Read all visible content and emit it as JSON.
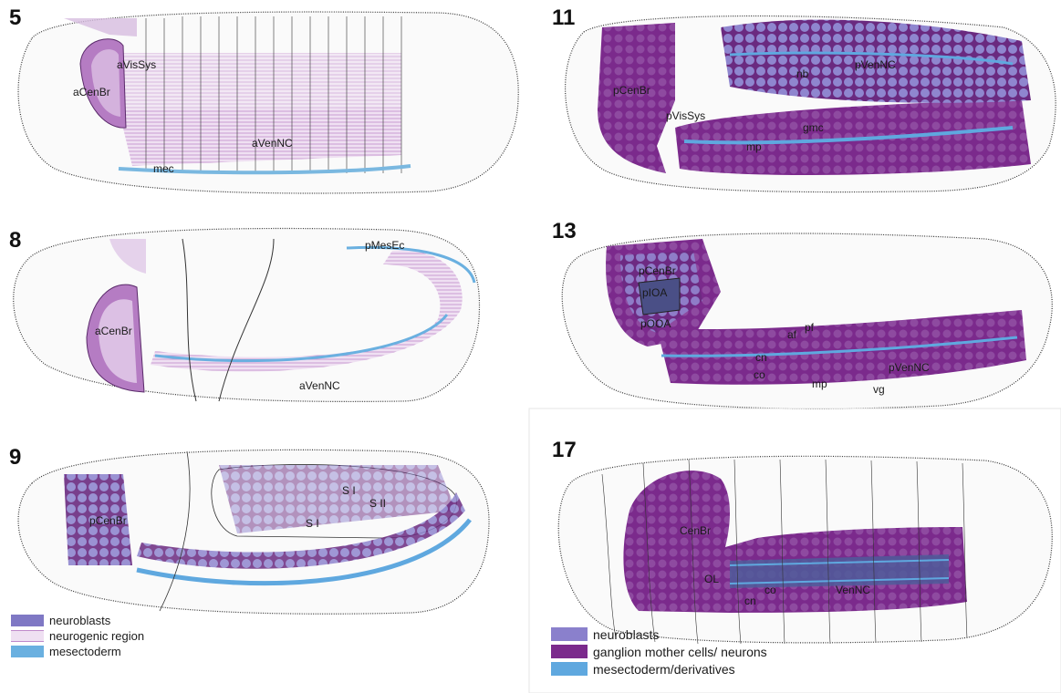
{
  "panels": [
    {
      "stage": "5",
      "labels": [
        "aVisSys",
        "aCenBr",
        "aVenNC",
        "mec"
      ]
    },
    {
      "stage": "8",
      "labels": [
        "pMesEc",
        "aCenBr",
        "aVenNC"
      ]
    },
    {
      "stage": "9",
      "labels": [
        "pCenBr",
        "S I",
        "S II",
        "S I"
      ]
    },
    {
      "stage": "11",
      "labels": [
        "pVenNC",
        "nb",
        "pCenBr",
        "pVisSys",
        "gmc",
        "mp"
      ]
    },
    {
      "stage": "13",
      "labels": [
        "pCenBr",
        "pIOA",
        "pOOA",
        "af",
        "pf",
        "cn",
        "co",
        "mp",
        "pVenNC",
        "vg"
      ]
    },
    {
      "stage": "17",
      "labels": [
        "CenBr",
        "OL",
        "co",
        "cn",
        "VenNC"
      ]
    }
  ],
  "legend_left": [
    {
      "label": "neuroblasts",
      "color": "#7f78c4"
    },
    {
      "label": "neurogenic region",
      "color": "#d9b8de"
    },
    {
      "label": "mesectoderm",
      "color": "#6ab0e0"
    }
  ],
  "legend_right": [
    {
      "label": "neuroblasts",
      "color": "#8a80cc"
    },
    {
      "label": "ganglion mother cells/ neurons",
      "color": "#7b2a8c"
    },
    {
      "label": "mesectoderm/derivatives",
      "color": "#5fa8df"
    }
  ],
  "colors": {
    "neuroblast": "#7f78c4",
    "gmc": "#7b2a8c",
    "neurogenic": "#c9a2d4",
    "mesectoderm": "#6ab0e0",
    "outline": "#333333"
  }
}
